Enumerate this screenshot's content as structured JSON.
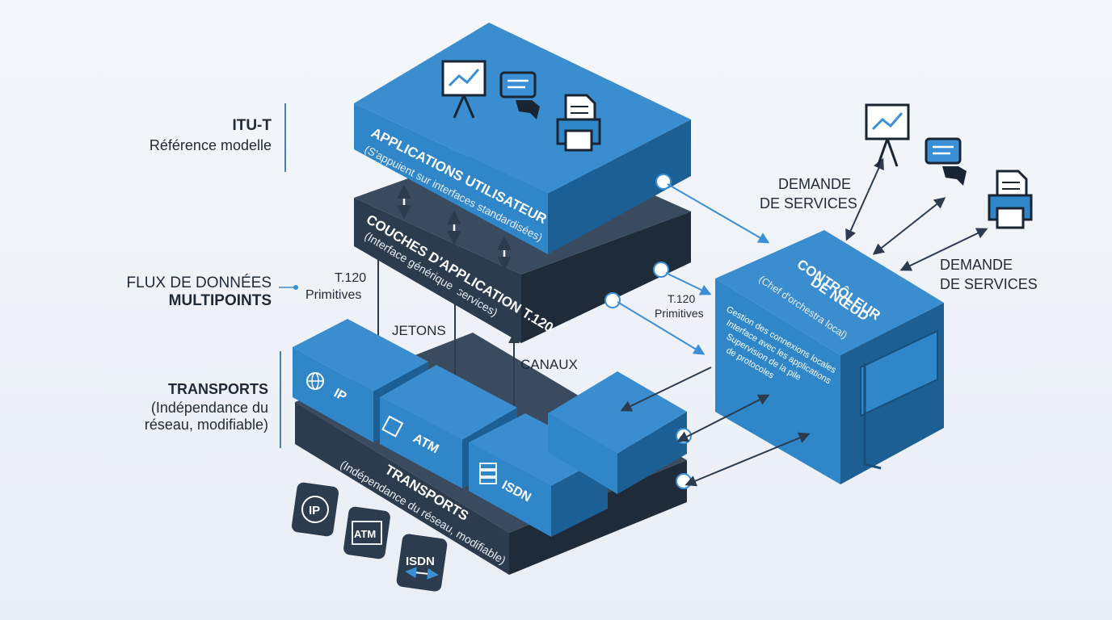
{
  "left_labels": {
    "itut_title": "ITU-T",
    "itut_sub": "Référence modelle",
    "flux_line1": "FLUX DE DONNÉES",
    "flux_line2": "MULTIPOINTS",
    "transports_title": "TRANSPORTS",
    "transports_sub1": "(Indépendance du",
    "transports_sub2": "réseau, modifiable)"
  },
  "top_block": {
    "title": "APPLICATIONS UTILISATEUR",
    "subtitle": "(S'appuient sur interfaces standardisées)"
  },
  "middle_block": {
    "title": "COUCHES D'APPLICATION T.120",
    "subtitle": "(Interface générique, services)"
  },
  "bottom_block": {
    "title": "TRANSPORTS",
    "subtitle": "(Indépendance du réseau, modifiable)"
  },
  "transport_cubes": {
    "ip": "IP",
    "atm": "ATM",
    "isdn": "ISDN"
  },
  "badges": {
    "ip": "IP",
    "atm": "ATM",
    "isdn": "ISDN"
  },
  "arrow_labels": {
    "t120_left_1": "T.120",
    "t120_left_2": "Primitives",
    "jetons": "JETONS",
    "canaux": "CANAUX",
    "t120_right_1": "T.120",
    "t120_right_2": "Primitives"
  },
  "controller": {
    "title_1": "CONTRÔLEUR",
    "title_2": "DE NŒUD",
    "subtitle": "(Chef d'orchestra local)",
    "bullets": [
      "Gestion des connexions locales",
      "Interface avec les applications",
      "Supervision de la pile",
      "de protocoles"
    ]
  },
  "service_labels": {
    "left_1": "DEMANDE",
    "left_2": "DE SERVICES",
    "right_1": "DEMANDE",
    "right_2": "DE SERVICES"
  },
  "icons": [
    "presentation-board-icon",
    "chat-bubbles-icon",
    "document-printer-icon",
    "globe-icon",
    "chip-icon",
    "server-stack-icon"
  ],
  "colors": {
    "blue": "#2f86c8",
    "blue_dark": "#1c5f95",
    "navy": "#2c3b4d",
    "navy_dark": "#1a2533",
    "accent": "#3b8fd4"
  }
}
